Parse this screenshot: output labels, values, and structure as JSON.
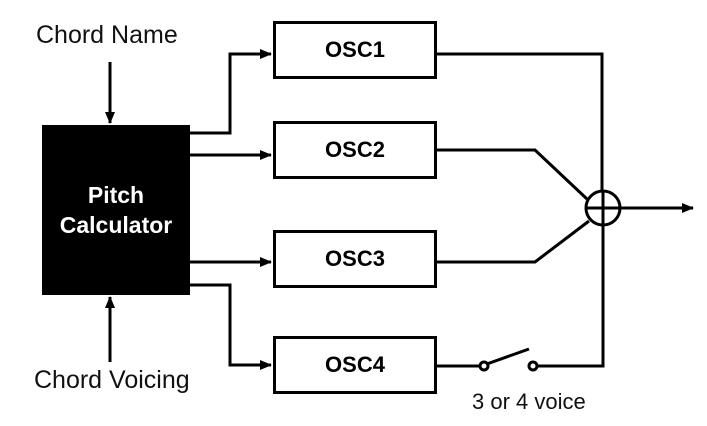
{
  "inputs": {
    "chord_name": "Chord Name",
    "chord_voicing": "Chord Voicing"
  },
  "pitch_calculator": {
    "line1": "Pitch",
    "line2": "Calculator"
  },
  "oscillators": [
    "OSC1",
    "OSC2",
    "OSC3",
    "OSC4"
  ],
  "switch": {
    "label": "3 or 4 voice"
  }
}
